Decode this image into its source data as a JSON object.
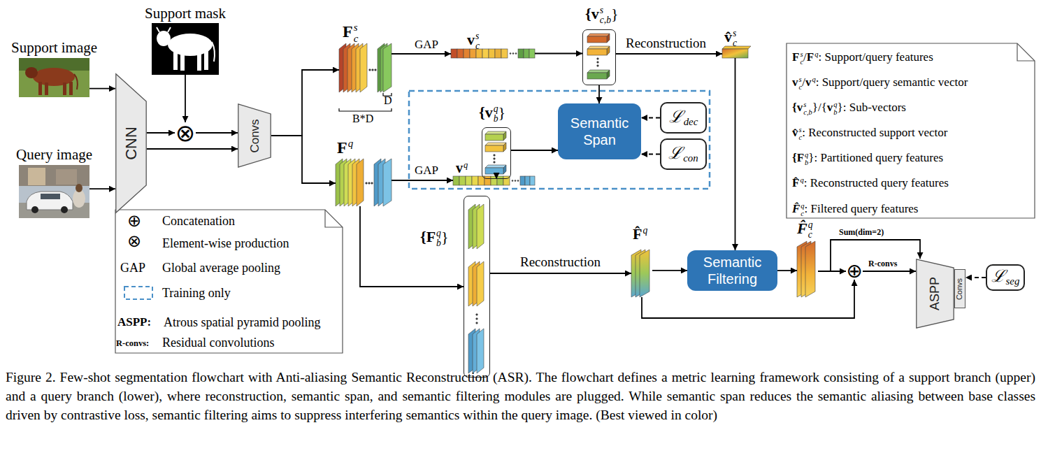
{
  "diagram": {
    "caption": "Figure 2. Few-shot segmentation flowchart with Anti-aliasing Semantic Reconstruction (ASR). The flowchart defines a metric learning framework consisting of a support branch (upper) and a query branch (lower), where reconstruction, semantic span, and semantic filtering modules are plugged. While semantic span reduces the semantic aliasing between base classes driven by contrastive loss, semantic filtering aims to suppress interfering semantics within the query image. (Best viewed in color)",
    "nodes": [
      {
        "text": [
          "Support image"
        ]
      },
      {
        "text": [
          "Support mask"
        ]
      },
      {
        "text": [
          "Query image"
        ]
      },
      {
        "text": [
          "CNN"
        ]
      },
      {
        "text": [
          "⊗"
        ]
      },
      {
        "text": [
          "Convs"
        ]
      },
      {
        "text": [
          "F",
          "s",
          "c"
        ]
      },
      {
        "text": [
          "v",
          "s",
          "c"
        ]
      },
      {
        "text": [
          "{v",
          "s",
          "c,b",
          "}"
        ]
      },
      {
        "text": [
          "v̂",
          "s",
          "c"
        ]
      },
      {
        "text": [
          "{v",
          "q",
          "b",
          "}"
        ]
      },
      {
        "text": [
          "Semantic Span"
        ]
      },
      {
        "text": [
          "ℒ",
          "dec"
        ]
      },
      {
        "text": [
          "ℒ",
          "con"
        ]
      },
      {
        "text": [
          "F",
          "q"
        ]
      },
      {
        "text": [
          "v",
          "q"
        ]
      },
      {
        "text": [
          "{F",
          "q",
          "b",
          "}"
        ]
      },
      {
        "text": [
          "F̂",
          "q"
        ]
      },
      {
        "text": [
          "Semantic Filtering"
        ]
      },
      {
        "text": [
          "F̂",
          "q",
          "c"
        ]
      },
      {
        "text": [
          "⊕"
        ]
      },
      {
        "text": [
          "ASPP"
        ]
      },
      {
        "text": [
          "Convs"
        ]
      },
      {
        "text": [
          "ℒ",
          "seg"
        ]
      }
    ],
    "edges": [
      {
        "from": 0,
        "to": 3,
        "arrow": "to"
      },
      {
        "from": 2,
        "to": 3,
        "arrow": "to"
      },
      {
        "from": 3,
        "to": 4,
        "arrow": "to"
      },
      {
        "from": 1,
        "to": 4,
        "arrow": "to"
      },
      {
        "from": 4,
        "to": 5,
        "arrow": "to"
      },
      {
        "from": 3,
        "to": 5,
        "arrow": "to"
      },
      {
        "from": 5,
        "to": 6,
        "arrow": "to"
      },
      {
        "from": 5,
        "to": 14,
        "arrow": "to"
      },
      {
        "from": 6,
        "to": 7,
        "label": "GAP",
        "arrow": "to"
      },
      {
        "from": 7,
        "to": 8,
        "arrow": "to"
      },
      {
        "from": 8,
        "to": 9,
        "label": "Reconstruction",
        "arrow": "to"
      },
      {
        "from": 9,
        "to": 18,
        "arrow": "to"
      },
      {
        "from": 14,
        "to": 15,
        "label": "GAP",
        "arrow": "to"
      },
      {
        "from": 15,
        "to": 10,
        "arrow": "to"
      },
      {
        "from": 10,
        "to": 11,
        "arrow": "to"
      },
      {
        "from": 8,
        "to": 11,
        "arrow": "to"
      },
      {
        "from": 12,
        "to": 11,
        "arrow": "to"
      },
      {
        "from": 13,
        "to": 11,
        "arrow": "to"
      },
      {
        "from": 14,
        "to": 16,
        "arrow": "to"
      },
      {
        "from": 16,
        "to": 17,
        "label": "Reconstruction",
        "arrow": "to"
      },
      {
        "from": 17,
        "to": 18,
        "arrow": "to"
      },
      {
        "from": 18,
        "to": 19,
        "arrow": "to"
      },
      {
        "from": 19,
        "to": 20,
        "arrow": "to"
      },
      {
        "from": 17,
        "to": 20,
        "arrow": "to"
      },
      {
        "from": 20,
        "to": 21,
        "label": "R-convs",
        "arrow": "to"
      },
      {
        "from": 19,
        "to": 21,
        "label": "Sum(dim=2)",
        "arrow": "to"
      },
      {
        "from": 23,
        "to": 22,
        "arrow": "to"
      }
    ],
    "labels": [
      "D",
      "B*D",
      "F",
      "s",
      "c",
      "/",
      "F",
      "q",
      ": Support/query features",
      "v",
      "s",
      "c",
      "/",
      "v",
      "q",
      ": Support/query semantic vector",
      "{",
      "v",
      "s",
      "c,b",
      "}/{",
      "v",
      "q",
      "b",
      "}: Sub-vectors",
      "v̂",
      "s",
      "c",
      ": Reconstructed support vector",
      "{",
      "F",
      "q",
      "b",
      "}: Partitioned query features",
      "F̂",
      "q",
      ": Reconstructed query features",
      "F̂",
      "q",
      "c",
      ": Filtered query features",
      "⊕",
      "⊗",
      "GAP",
      "ASPP:",
      "R-convs:"
    ],
    "legend": [
      {
        "text": "Concatenation"
      },
      {
        "text": "Element-wise production"
      },
      {
        "text": "Global average pooling"
      },
      {
        "text": "Training only"
      },
      {
        "text": "Atrous spatial pyramid pooling"
      },
      {
        "text": "Residual convolutions"
      }
    ]
  }
}
